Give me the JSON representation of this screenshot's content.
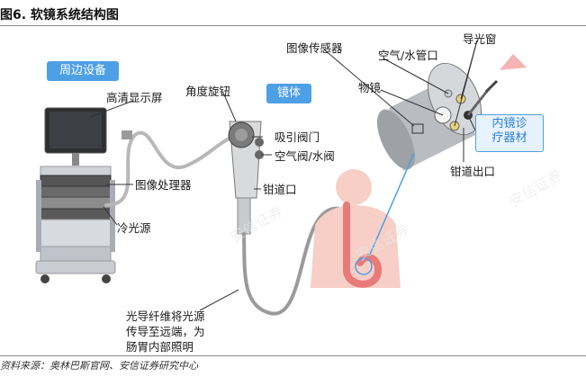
{
  "figure_title": "图6. 软镜系统结构图",
  "source_note": "资料来源：奥林巴斯官网、安信证券研究中心",
  "badges": {
    "peripheral": "周边设备",
    "scope": "镜体",
    "inner_instrument": [
      "内镜诊",
      "疗器材"
    ]
  },
  "labels": {
    "hd_monitor": "高清显示屏",
    "image_processor": "图像处理器",
    "cold_light_source": "冷光源",
    "angle_knob": "角度旋钮",
    "suction_valve": "吸引阀门",
    "air_water_valve": "空气阀/水阀",
    "forceps_port": "钳道口",
    "image_sensor": "图像传感器",
    "air_water_nozzle": "空气/水管口",
    "light_guide_window": "导光窗",
    "objective_lens": "物镜",
    "forceps_outlet": "钳道出口"
  },
  "fiber_note": [
    "光导纤维将光源",
    "传导至远端，为",
    "肠胃内部照明"
  ],
  "colors": {
    "badge_blue": "#4d9fe6",
    "skin": "#f7cfc6",
    "stomach": "#e87a7a",
    "scope_gray": "#9a9a9a",
    "cable_gray": "#b8b8b8",
    "light_cone": "#f2a0a0"
  }
}
